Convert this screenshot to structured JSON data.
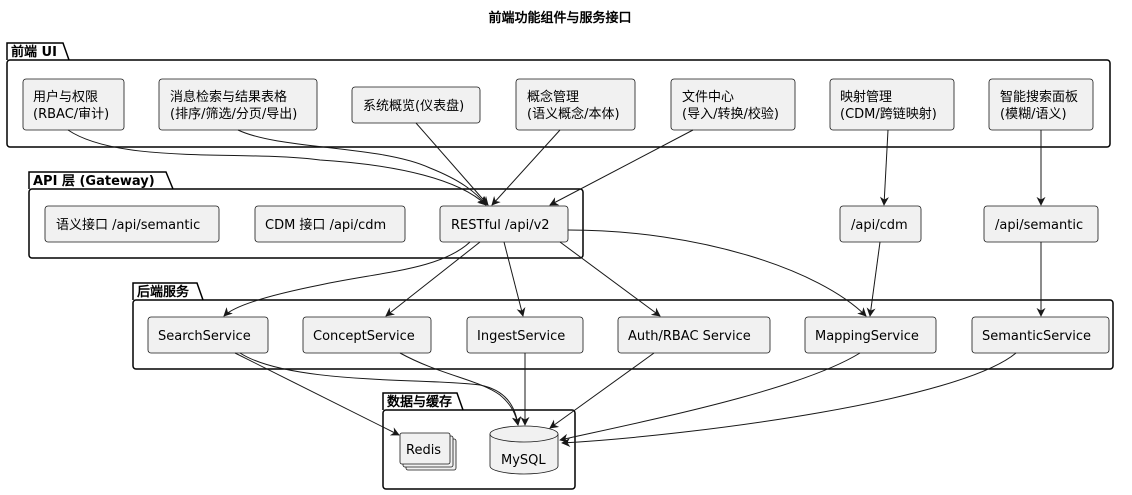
{
  "title": "前端功能组件与服务接口",
  "packages": {
    "frontend": "前端 UI",
    "api": "API 层 (Gateway)",
    "backend": "后端服务",
    "data": "数据与缓存"
  },
  "nodes": {
    "users": [
      "用户与权限",
      "(RBAC/审计)"
    ],
    "search_ui": [
      "消息检索与结果表格",
      "(排序/筛选/分页/导出)"
    ],
    "dashboard": [
      "系统概览(仪表盘)"
    ],
    "concepts": [
      "概念管理",
      "(语义概念/本体)"
    ],
    "files": [
      "文件中心",
      "(导入/转换/校验)"
    ],
    "mapping_ui": [
      "映射管理",
      "(CDM/跨链映射)"
    ],
    "smart_search": [
      "智能搜索面板",
      "(模糊/语义)"
    ],
    "api_semantic_inner": [
      "语义接口 /api/semantic"
    ],
    "api_cdm_inner": [
      "CDM 接口 /api/cdm"
    ],
    "api_v2": [
      "RESTful /api/v2"
    ],
    "api_cdm": [
      "/api/cdm"
    ],
    "api_semantic": [
      "/api/semantic"
    ],
    "search_service": [
      "SearchService"
    ],
    "concept_service": [
      "ConceptService"
    ],
    "ingest_service": [
      "IngestService"
    ],
    "auth_service": [
      "Auth/RBAC Service"
    ],
    "mapping_service": [
      "MappingService"
    ],
    "semantic_service": [
      "SemanticService"
    ],
    "redis": [
      "Redis"
    ],
    "mysql": [
      "MySQL"
    ]
  }
}
